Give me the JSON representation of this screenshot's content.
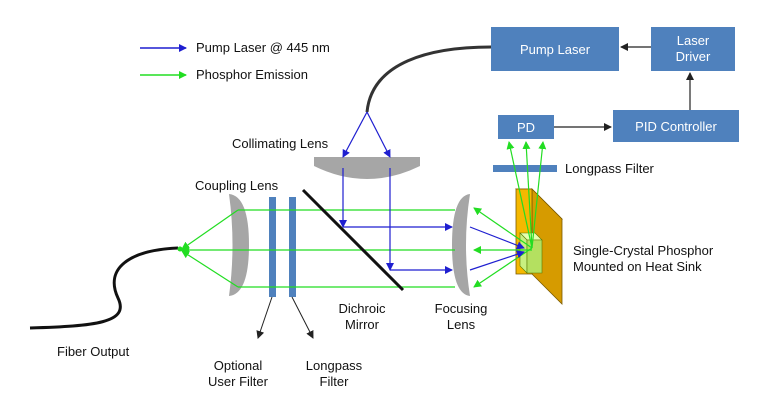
{
  "legend": {
    "pump": "Pump Laser @ 445 nm",
    "emission": "Phosphor Emission"
  },
  "boxes": {
    "pump_laser": "Pump Laser",
    "laser_driver_line1": "Laser",
    "laser_driver_line2": "Driver",
    "pd": "PD",
    "pid_controller": "PID Controller"
  },
  "labels": {
    "collimating_lens": "Collimating Lens",
    "coupling_lens": "Coupling Lens",
    "longpass_filter_top": "Longpass Filter",
    "phosphor_line1": "Single-Crystal Phosphor",
    "phosphor_line2": "Mounted on Heat Sink",
    "dichroic_line1": "Dichroic",
    "dichroic_line2": "Mirror",
    "focusing_line1": "Focusing",
    "focusing_line2": "Lens",
    "fiber_output": "Fiber Output",
    "optional_line1": "Optional",
    "optional_line2": "User Filter",
    "longpass_bottom_line1": "Longpass",
    "longpass_bottom_line2": "Filter"
  },
  "colors": {
    "pump_beam": "#1f1fd0",
    "emission_beam": "#22dd22",
    "box_fill": "#4f81bd",
    "lens_fill": "#a6a6a6",
    "heat_sink": "#f5b800",
    "crystal": "#c8f080"
  }
}
